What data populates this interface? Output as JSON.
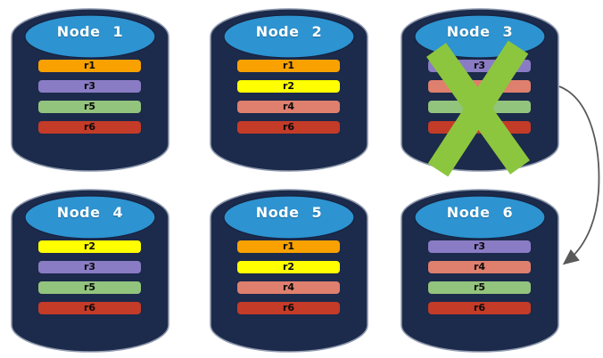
{
  "diagram": {
    "description_colors": {
      "cylinder_body": "#1C2A4B",
      "cylinder_top": "#2D93D1",
      "cylinder_outline": "#8E99AD",
      "x_mark": "#8CC63E",
      "arrow": "#595959"
    }
  },
  "nodes": [
    {
      "title": "Node 1",
      "failed": false,
      "replicas": [
        {
          "label": "r1",
          "color": "#F9A100"
        },
        {
          "label": "r3",
          "color": "#8A7CC4"
        },
        {
          "label": "r5",
          "color": "#93C47D"
        },
        {
          "label": "r6",
          "color": "#C43B28"
        }
      ]
    },
    {
      "title": "Node 2",
      "failed": false,
      "replicas": [
        {
          "label": "r1",
          "color": "#F9A100"
        },
        {
          "label": "r2",
          "color": "#FFFF00"
        },
        {
          "label": "r4",
          "color": "#DF7F6E"
        },
        {
          "label": "r6",
          "color": "#C43B28"
        }
      ]
    },
    {
      "title": "Node 3",
      "failed": true,
      "replicas": [
        {
          "label": "r3",
          "color": "#8A7CC4"
        },
        {
          "label": "",
          "color": "#DF7F6E"
        },
        {
          "label": "",
          "color": "#93C47D"
        },
        {
          "label": "",
          "color": "#C43B28"
        }
      ]
    },
    {
      "title": "Node 4",
      "failed": false,
      "replicas": [
        {
          "label": "r2",
          "color": "#FFFF00"
        },
        {
          "label": "r3",
          "color": "#8A7CC4"
        },
        {
          "label": "r5",
          "color": "#93C47D"
        },
        {
          "label": "r6",
          "color": "#C43B28"
        }
      ]
    },
    {
      "title": "Node 5",
      "failed": false,
      "replicas": [
        {
          "label": "r1",
          "color": "#F9A100"
        },
        {
          "label": "r2",
          "color": "#FFFF00"
        },
        {
          "label": "r4",
          "color": "#DF7F6E"
        },
        {
          "label": "r6",
          "color": "#C43B28"
        }
      ]
    },
    {
      "title": "Node 6",
      "failed": false,
      "replicas": [
        {
          "label": "r3",
          "color": "#8A7CC4"
        },
        {
          "label": "r4",
          "color": "#DF7F6E"
        },
        {
          "label": "r5",
          "color": "#93C47D"
        },
        {
          "label": "r6",
          "color": "#C43B28"
        }
      ]
    }
  ],
  "overlays": {
    "x_mark": {
      "over_node": "Node 3",
      "color": "#8CC63E"
    },
    "failover_arrow": {
      "from_node": "Node 3",
      "to_node": "Node 6",
      "color": "#595959"
    }
  }
}
